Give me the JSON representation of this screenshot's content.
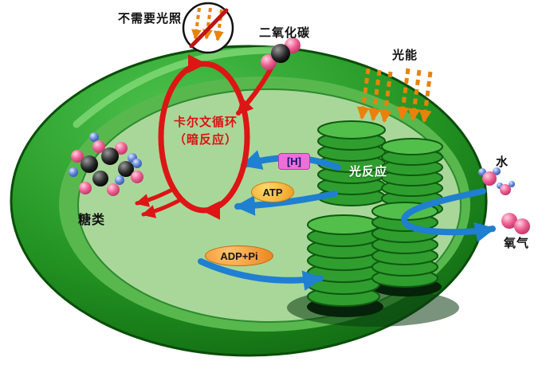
{
  "labels": {
    "no_light": "不需要光照",
    "co2": "二氧化碳",
    "light_energy": "光能",
    "light_reaction": "光反应",
    "calvin_line1": "卡尔文循环",
    "calvin_line2": "（暗反应）",
    "h_carrier": "[H]",
    "atp": "ATP",
    "adp": "ADP+Pi",
    "sugar": "糖类",
    "water": "水",
    "oxygen": "氧气"
  },
  "colors": {
    "background": "#ffffff",
    "chloroplast_outer": "#2fae2f",
    "chloroplast_outer_dark": "#0f6e0f",
    "chloroplast_inner_membrane": "#58b84e",
    "stroma": "#a9d79a",
    "granum_green": "#2f9e2f",
    "granum_top": "#53bf4b",
    "granum_shadow": "#06220a",
    "red_arrow": "#dd1515",
    "blue_arrow": "#1f7fd0",
    "orange_light_arrow": "#e8820a",
    "h_badge_bg": "#ee6fd8",
    "atp_badge_bg": "#f09a1e",
    "adp_badge_bg": "#ec831e",
    "co2_carbon_sphere": "#1a1a1a",
    "oxygen_sphere_pink": "#ee5f92",
    "hydrogen_sphere_blue": "#5d7fd6"
  },
  "icons": {
    "no_light": "prohibition-circle-with-crossed-light-arrows",
    "light_energy": "orange-dashed-down-arrows",
    "co2_molecule": "black-carbon-with-two-pink-oxygens",
    "water_molecule": "pink-oxygen-with-small-blue-hydrogens",
    "oxygen_molecule": "two-pink-spheres",
    "sugar_molecule": "cluster-of-black-pink-blue-spheres",
    "grana": "stacked-green-thylakoid-discs"
  }
}
